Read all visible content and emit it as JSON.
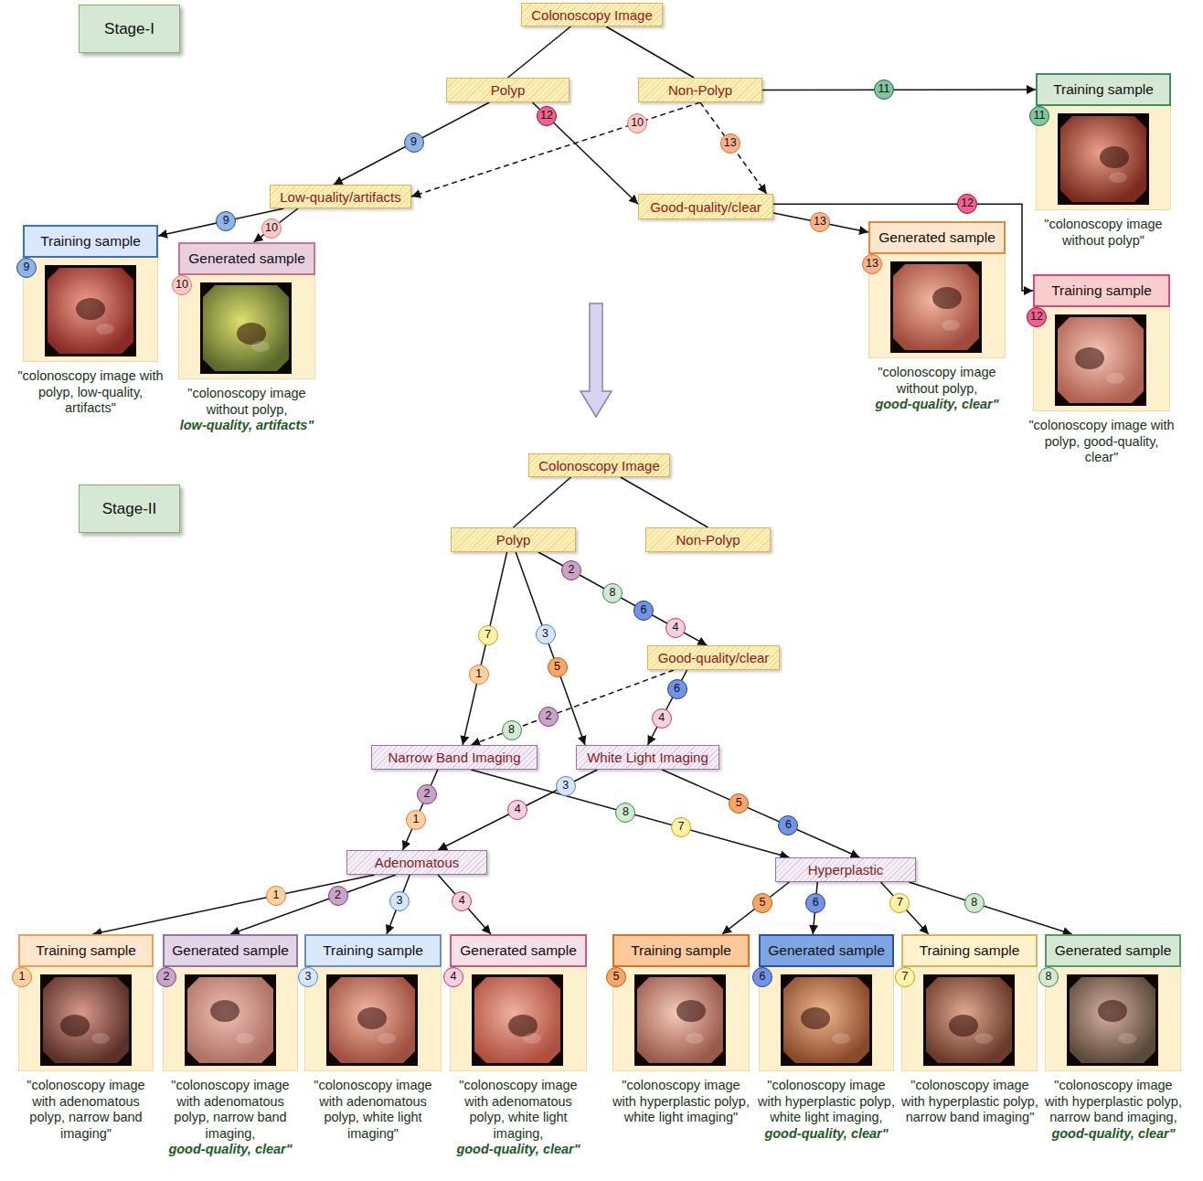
{
  "diagram": {
    "nodes": [
      {
        "text": [
          "Stage-I"
        ]
      },
      {
        "text": [
          "Colonoscopy Image"
        ]
      },
      {
        "text": [
          "Polyp"
        ]
      },
      {
        "text": [
          "Non-Polyp"
        ]
      },
      {
        "text": [
          "Training sample",
          "\"colonoscopy image without polyp\""
        ]
      },
      {
        "text": [
          "Low-quality/artifacts"
        ]
      },
      {
        "text": [
          "Good-quality/clear"
        ]
      },
      {
        "text": [
          "Training sample",
          "\"colonoscopy image with polyp, low-quality, artifacts\""
        ]
      },
      {
        "text": [
          "Generated sample",
          "\"colonoscopy image without polyp,",
          "low-quality, artifacts\""
        ]
      },
      {
        "text": [
          "Generated sample",
          "\"colonoscopy image without polyp,",
          "good-quality, clear\""
        ]
      },
      {
        "text": [
          "Training sample",
          "\"colonoscopy image with polyp, good-quality, clear\""
        ]
      },
      {
        "text": [
          "Stage-II"
        ]
      },
      {
        "text": [
          "Colonoscopy Image"
        ]
      },
      {
        "text": [
          "Polyp"
        ]
      },
      {
        "text": [
          "Non-Polyp"
        ]
      },
      {
        "text": [
          "Good-quality/clear"
        ]
      },
      {
        "text": [
          "Narrow Band Imaging"
        ]
      },
      {
        "text": [
          "White Light Imaging"
        ]
      },
      {
        "text": [
          "Adenomatous"
        ]
      },
      {
        "text": [
          "Hyperplastic"
        ]
      },
      {
        "text": [
          "Training sample",
          "\"colonoscopy image with adenomatous polyp, narrow band imaging\""
        ]
      },
      {
        "text": [
          "Generated sample",
          "\"colonoscopy image with adenomatous polyp, narrow band imaging,",
          "good-quality, clear\""
        ]
      },
      {
        "text": [
          "Training sample",
          "\"colonoscopy image with adenomatous polyp, white light imaging\""
        ]
      },
      {
        "text": [
          "Generated sample",
          "\"colonoscopy image with adenomatous polyp, white light imaging,",
          "good-quality, clear\""
        ]
      },
      {
        "text": [
          "Training sample",
          "\"colonoscopy image with hyperplastic polyp, white light imaging\""
        ]
      },
      {
        "text": [
          "Generated sample",
          "\"colonoscopy image with hyperplastic polyp, white light imaging,",
          "good-quality, clear\""
        ]
      },
      {
        "text": [
          "Training sample",
          "\"colonoscopy image with hyperplastic polyp, narrow band imaging\""
        ]
      },
      {
        "text": [
          "Generated sample",
          "\"colonoscopy image with hyperplastic polyp, narrow band imaging,",
          "good-quality, clear\""
        ]
      }
    ],
    "edges": [
      {
        "from": 1,
        "to": 2,
        "arrow": "none"
      },
      {
        "from": 1,
        "to": 3,
        "arrow": "none"
      },
      {
        "from": 2,
        "to": 5,
        "arrow": "to"
      },
      {
        "from": 2,
        "to": 6,
        "arrow": "to"
      },
      {
        "from": 3,
        "to": 5,
        "arrow": "to"
      },
      {
        "from": 3,
        "to": 6,
        "arrow": "to"
      },
      {
        "from": 3,
        "to": 4,
        "arrow": "to"
      },
      {
        "from": 5,
        "to": 7,
        "arrow": "to"
      },
      {
        "from": 5,
        "to": 8,
        "arrow": "to"
      },
      {
        "from": 6,
        "to": 9,
        "arrow": "to"
      },
      {
        "from": 6,
        "to": 10,
        "arrow": "to"
      },
      {
        "from": 12,
        "to": 13,
        "arrow": "none"
      },
      {
        "from": 12,
        "to": 14,
        "arrow": "none"
      },
      {
        "from": 13,
        "to": 16,
        "arrow": "to"
      },
      {
        "from": 13,
        "to": 17,
        "arrow": "to"
      },
      {
        "from": 13,
        "to": 15,
        "arrow": "to"
      },
      {
        "from": 15,
        "to": 16,
        "arrow": "to"
      },
      {
        "from": 15,
        "to": 17,
        "arrow": "to"
      },
      {
        "from": 16,
        "to": 18,
        "arrow": "to"
      },
      {
        "from": 16,
        "to": 19,
        "arrow": "to"
      },
      {
        "from": 17,
        "to": 18,
        "arrow": "to"
      },
      {
        "from": 17,
        "to": 19,
        "arrow": "to"
      },
      {
        "from": 18,
        "to": 20,
        "arrow": "to"
      },
      {
        "from": 18,
        "to": 21,
        "arrow": "to"
      },
      {
        "from": 18,
        "to": 22,
        "arrow": "to"
      },
      {
        "from": 18,
        "to": 23,
        "arrow": "to"
      },
      {
        "from": 19,
        "to": 24,
        "arrow": "to"
      },
      {
        "from": 19,
        "to": 25,
        "arrow": "to"
      },
      {
        "from": 19,
        "to": 26,
        "arrow": "to"
      },
      {
        "from": 19,
        "to": 27,
        "arrow": "to"
      }
    ],
    "labels": [
      "11",
      "9",
      "12",
      "10",
      "13",
      "9",
      "10",
      "13",
      "12",
      "11",
      "9",
      "10",
      "13",
      "12",
      "2",
      "8",
      "6",
      "4",
      "7",
      "1",
      "3",
      "5",
      "6",
      "4",
      "8",
      "2",
      "2",
      "1",
      "3",
      "4",
      "8",
      "7",
      "5",
      "6",
      "1",
      "2",
      "3",
      "4",
      "5",
      "6",
      "7",
      "8",
      "1",
      "2",
      "3",
      "4",
      "5",
      "6",
      "7",
      "8"
    ]
  }
}
